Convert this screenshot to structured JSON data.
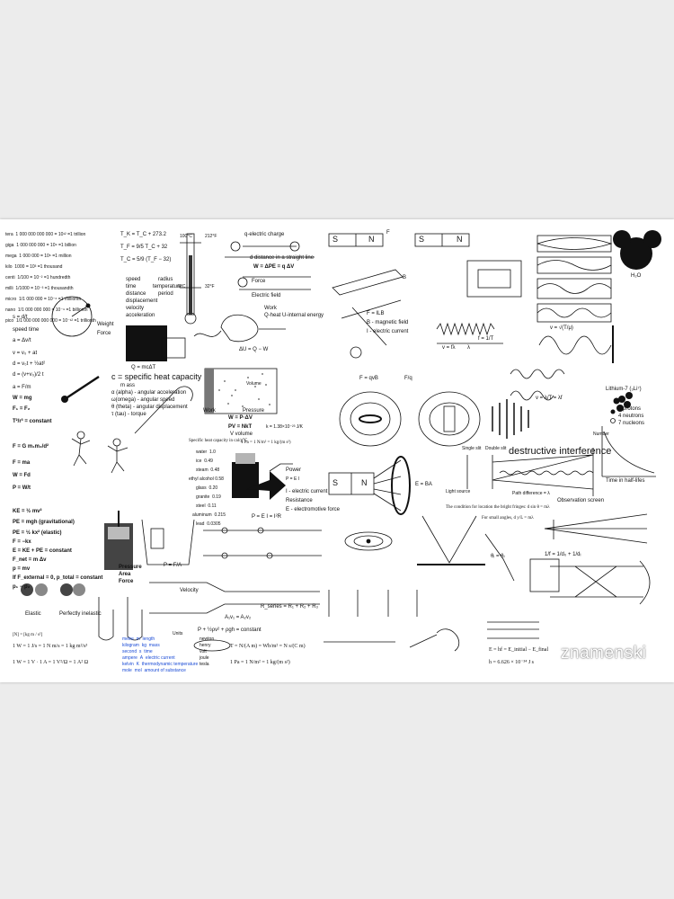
{
  "prefixes": [
    {
      "name": "tera",
      "value": "1 000 000 000 000",
      "pow": "= 10¹²",
      "word": "=1 trillion"
    },
    {
      "name": "giga",
      "value": "1 000 000 000",
      "pow": "= 10⁹",
      "word": "=1 billion"
    },
    {
      "name": "mega",
      "value": "1 000 000",
      "pow": "= 10⁶",
      "word": "=1 million"
    },
    {
      "name": "kilo",
      "value": "1000",
      "pow": "= 10³",
      "word": "=1 thousand"
    },
    {
      "name": "centi",
      "value": "1/100",
      "pow": "= 10⁻²",
      "word": "=1 hundredth"
    },
    {
      "name": "milli",
      "value": "1/1000",
      "pow": "= 10⁻³",
      "word": "=1 thousandth"
    },
    {
      "name": "micro",
      "value": "1/1 000 000",
      "pow": "= 10⁻⁶",
      "word": "=1 millionth"
    },
    {
      "name": "nano",
      "value": "1/1 000 000 000",
      "pow": "= 10⁻⁹",
      "word": "=1 billionth"
    },
    {
      "name": "pico",
      "value": "1/1 000 000 000 000",
      "pow": "= 10⁻¹²",
      "word": "=1 trillionth"
    }
  ],
  "temperature": {
    "k": "T_K = T_C + 273.2",
    "f": "T_F = 9/5 T_C + 32",
    "c": "T_C = 5/9 (T_F − 32)",
    "hot_c": "100°C",
    "hot_f": "212°F",
    "cold_c": "0°C",
    "cold_f": "32°F"
  },
  "motion_vars": [
    "speed",
    "time",
    "distance",
    "displacement",
    "velocity",
    "acceleration"
  ],
  "motion_vars_right": [
    "radius",
    "temperature",
    "period"
  ],
  "motion_formulas": [
    "s = d/t",
    "speed time",
    "a = Δv/t",
    "v = v₀ + at",
    "d = v₀t + ½at²",
    "d = (v+v₀)/2 t",
    "a = F/m",
    "W = mg",
    "F₁ = F₂",
    "T²/r³ = constant",
    "F = G m₁m₂/d²",
    "F = ma",
    "W = Fd",
    "P = W/t"
  ],
  "weight_force": [
    "Weight",
    "Force"
  ],
  "charge": {
    "q": "q-electric charge",
    "w": "W = ΔPE = q ΔV",
    "d": "d  distance in a straight line",
    "f": "Force",
    "e": "Electric field",
    "w2": "Work",
    "q2": "Q-heat   U-internal energy",
    "du": "ΔU = Q − W",
    "qeq": "Q = mcΔT",
    "c": "c = specific heat capacity",
    "m": "m ass"
  },
  "angular": [
    "α (alpha) - angular acceleration",
    "ω(omega) - angular speed",
    "θ (theta) - angular displacement",
    "τ (tau) - torque"
  ],
  "gas": {
    "work": "Work",
    "pressure": "Pressure",
    "volume": "Volume",
    "w": "W = P·ΔV",
    "pv": "PV = NkT",
    "vlabel": "V volume",
    "k": "k = 1.38×10⁻²³ J/K"
  },
  "heat_table": {
    "title": "Specific heat capacity in cal/g°C",
    "rows": [
      [
        "water",
        "1.0"
      ],
      [
        "ice",
        "0.49"
      ],
      [
        "steam",
        "0.48"
      ],
      [
        "ethyl alcohol",
        "0.58"
      ],
      [
        "glass",
        "0.20"
      ],
      [
        "granite",
        "0.19"
      ],
      [
        "steel",
        "0.11"
      ],
      [
        "aluminum",
        "0.215"
      ],
      [
        "lead",
        "0.0305"
      ]
    ]
  },
  "units_pa": "1 Pa = 1 N/m² = 1 kg/(m s²)",
  "power_text": {
    "p": "Power",
    "i": "I - electric current",
    "r": "Resistance",
    "e": "E - electromotive force",
    "p2": "P = E I = I²R",
    "p3": "P = E I"
  },
  "magnet": {
    "s": "S",
    "n": "N",
    "f": "F",
    "b": "B",
    "fib": "F = ILB",
    "bf": "B - magnetic field",
    "ic": "I - electric current",
    "fqvb": "F = qvB",
    "fq": "F/q",
    "eba": "E = BA"
  },
  "energy": [
    "KE = ½ mv²",
    "PE = mgh  (gravitational)",
    "PE = ½ kx²  (elastic)",
    "F = −kx",
    "E = KE + PE = constant",
    "F_net = m Δv",
    "p = mv",
    "If F_external = 0, p_total = constant",
    "p₁ − p₂"
  ],
  "collision": [
    "Elastic",
    "Perfectly inelastic"
  ],
  "fluids": {
    "pa": "Pressure",
    "area": "Area",
    "force": "Force",
    "p": "P = F/A",
    "vel": "Velocity",
    "av": "A₁v₁ = A₂v₂",
    "bern": "P + ½ρv² + ρgh = constant",
    "r": "R_series = R₁ + R₂ + R₃"
  },
  "units_table": [
    [
      "metre",
      "m",
      "length"
    ],
    [
      "kilogram",
      "kg",
      "mass"
    ],
    [
      "second",
      "s",
      "time"
    ],
    [
      "ampere",
      "A",
      "electric current"
    ],
    [
      "kelvin",
      "K",
      "thermodynamic temperature"
    ],
    [
      "mole",
      "mol",
      "amount of substance"
    ]
  ],
  "units_title": "Units",
  "si_units": [
    "newton",
    "henry",
    "volt",
    "joule",
    "tesla"
  ],
  "waves": {
    "v": "v = √(T/μ)",
    "f": "f = 1/T",
    "v2": "v = fλ",
    "l": "λ",
    "g": "v = λ/T = λf",
    "destr": "destructive interference",
    "single": "Single slit",
    "double": "Double slit",
    "path": "Path difference = λ",
    "light": "Light source",
    "obs": "Observation screen",
    "bright": "The condition for location the bright fringes: d sin θ = mλ",
    "small": "For small angles, d y/L = mλ",
    "time": "Time in half-lifes",
    "number": "Number"
  },
  "atom": {
    "h2o": "H₂O",
    "lithium": "Lithium-7  (₃Li⁷)",
    "protons": "3  protons",
    "neutrons": "4  neutrons",
    "nucleons": "7  nucleons"
  },
  "optics": {
    "lens": "1/f = 1/d₀ + 1/dᵢ",
    "refr": "θᵢ = θᵣ",
    "photon": "E = hf = E_initial − E_final",
    "h": "h = 6.626 × 10⁻³⁴ J s"
  },
  "bottom_units": [
    "[N] = [kg m / s²]",
    "1 W = 1 J/s = 1 N m/s = 1 kg m²/s³",
    "1 W = 1 V · 1 A = 1 V²/Ω = 1 A² Ω",
    "T = N/(A m) = Wb/m² = N s/(C m)",
    "1 Pa = 1 N/m² = 1 kg/(m s²)"
  ],
  "watermark": "znamenski"
}
